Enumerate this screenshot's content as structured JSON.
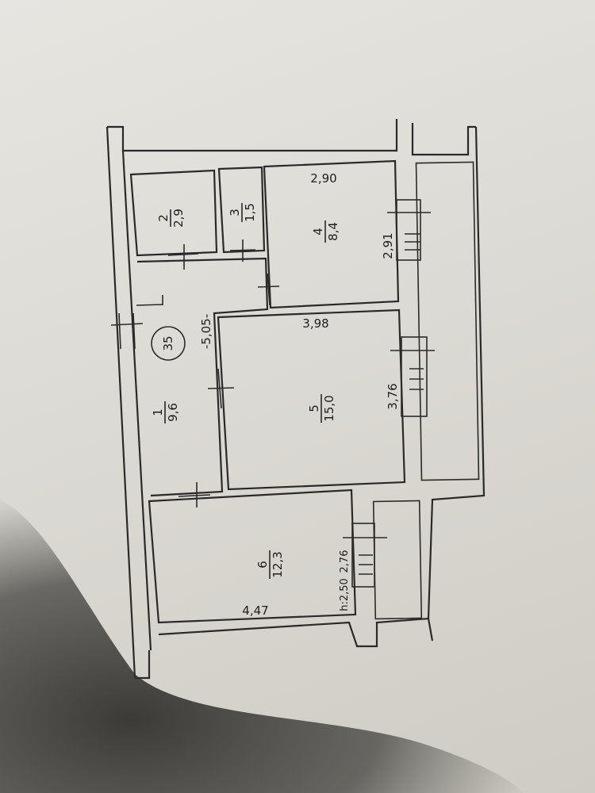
{
  "apartment_number": "35",
  "rooms": [
    {
      "number": "1",
      "area": "9,6"
    },
    {
      "number": "2",
      "area": "2,9"
    },
    {
      "number": "3",
      "area": "1,5"
    },
    {
      "number": "4",
      "area": "8,4"
    },
    {
      "number": "5",
      "area": "15,0"
    },
    {
      "number": "6",
      "area": "12,3"
    }
  ],
  "dimensions": {
    "room4_width": "2,90",
    "room4_depth": "2,91",
    "room5_width": "3,98",
    "room5_depth": "3,76",
    "corridor_length": "-5,05-",
    "room6_width": "4,47",
    "room6_depth": "2,76",
    "ceiling_height": "h:2,50"
  }
}
